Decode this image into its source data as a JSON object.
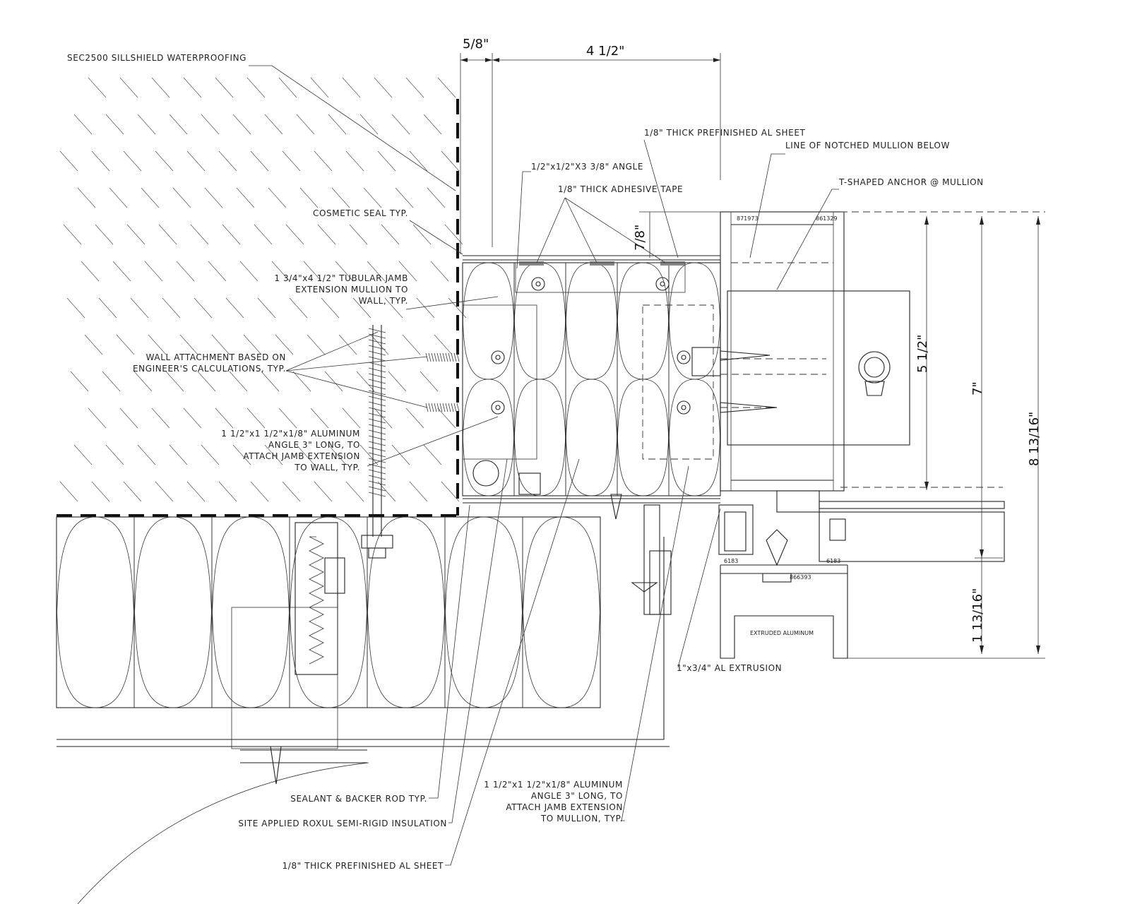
{
  "dimensions": {
    "d_5_8": "5/8\"",
    "d_4_1_2": "4 1/2\"",
    "d_7_8": "7/8\"",
    "d_5_1_2": "5 1/2\"",
    "d_7": "7\"",
    "d_8_13_16": "8 13/16\"",
    "d_1_13_16": "1 13/16\""
  },
  "notes": {
    "sillshield": "SEC2500 SILLSHIELD WATERPROOFING",
    "al_sheet_top": "1/8\" THICK PREFINISHED AL SHEET",
    "notched_mullion": "LINE OF NOTCHED MULLION BELOW",
    "angle": "1/2\"x1/2\"X3 3/8\" ANGLE",
    "t_anchor": "T-SHAPED ANCHOR @ MULLION",
    "adhesive_tape": "1/8\" THICK ADHESIVE TAPE",
    "cosmetic_seal": "COSMETIC SEAL TYP.",
    "tubular_jamb": [
      "1 3/4\"x4 1/2\" TUBULAR JAMB",
      "EXTENSION MULLION TO",
      "WALL, TYP."
    ],
    "wall_attachment": [
      "WALL ATTACHMENT BASED ON",
      "ENGINEER'S CALCULATIONS, TYP."
    ],
    "aluminum_angle_wall": [
      "1 1/2\"x1 1/2\"x1/8\" ALUMINUM",
      "ANGLE 3\" LONG, TO",
      "ATTACH JAMB EXTENSION",
      "TO WALL, TYP."
    ],
    "al_extrusion": "1\"x3/4\" AL EXTRUSION",
    "aluminum_angle_mullion": [
      "1 1/2\"x1 1/2\"x1/8\" ALUMINUM",
      "ANGLE 3\" LONG, TO",
      "ATTACH JAMB EXTENSION",
      "TO MULLION, TYP."
    ],
    "sealant": "SEALANT & BACKER ROD TYP.",
    "roxul": "SITE APPLIED ROXUL SEMI-RIGID INSULATION",
    "al_sheet_bottom": "1/8\" THICK PREFINISHED AL SHEET",
    "extruded_aluminum": "EXTRUDED ALUMINUM"
  },
  "part_numbers": {
    "p871973": "871973",
    "p861329": "861329",
    "p6183a": "6183",
    "p6183b": "6183",
    "p866393": "866393"
  }
}
